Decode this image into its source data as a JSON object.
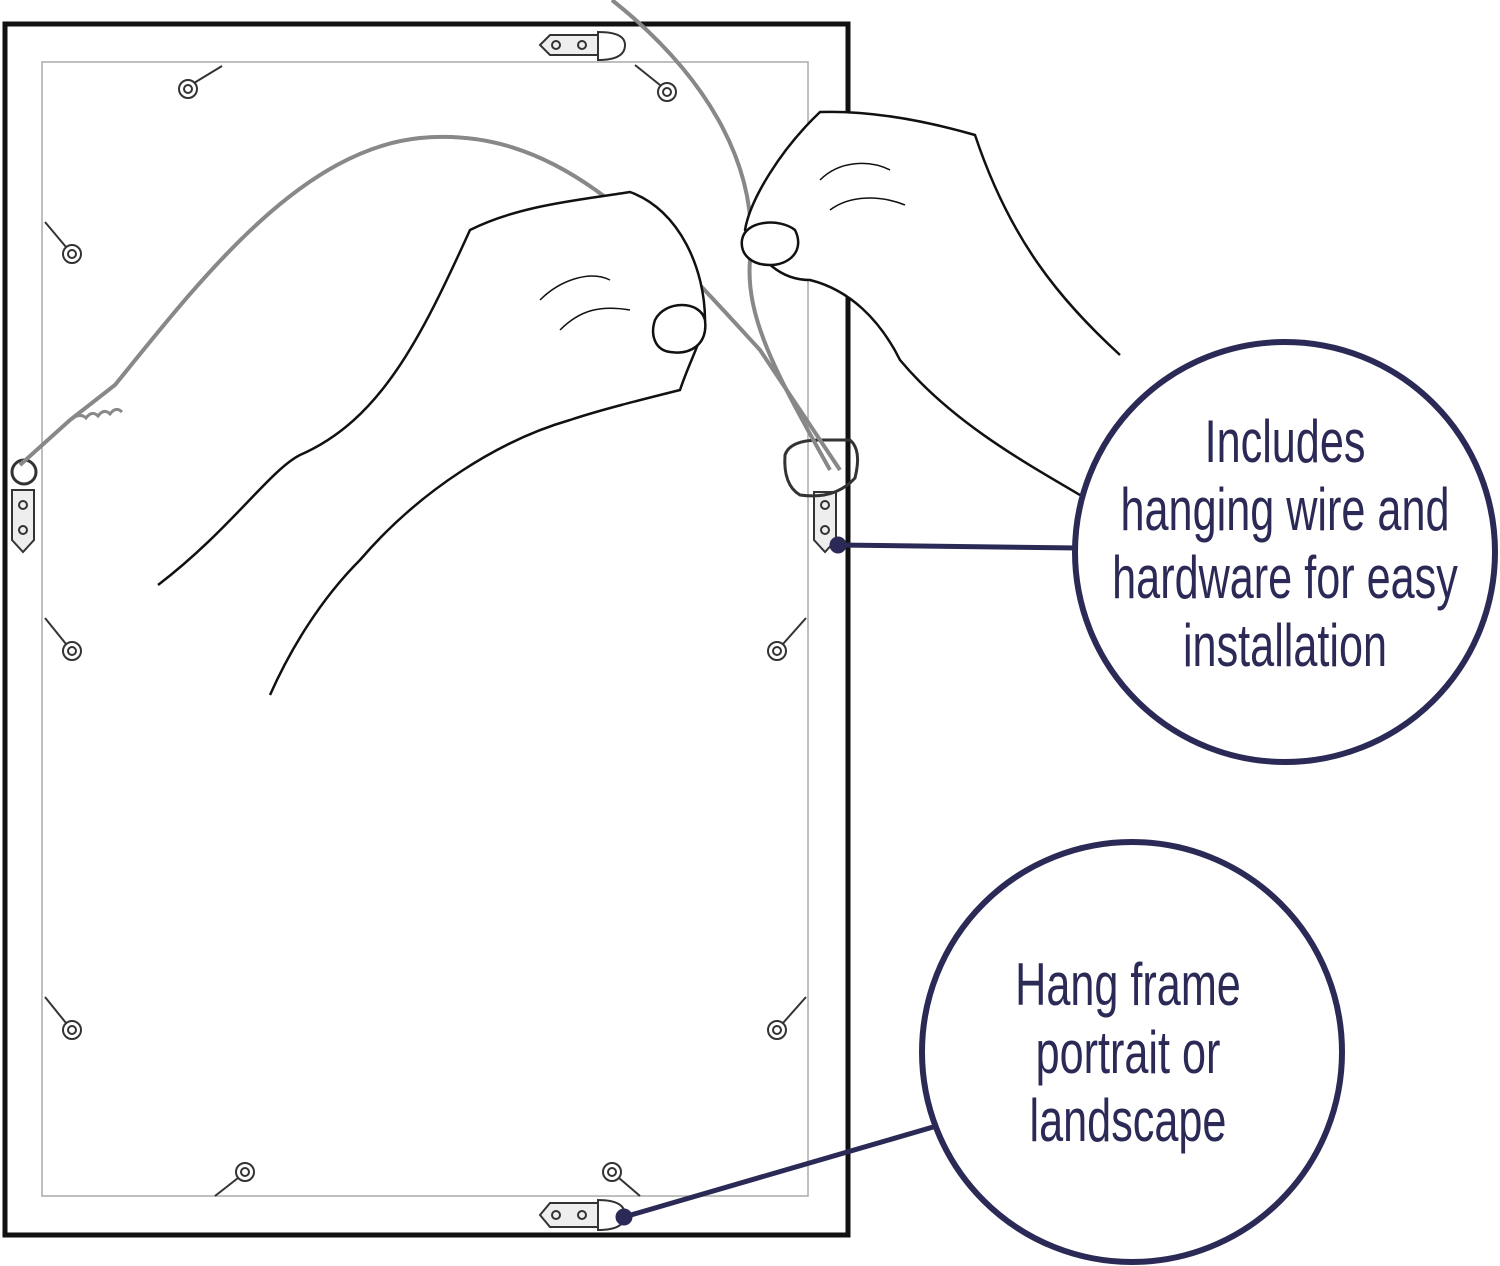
{
  "callouts": [
    {
      "lines": [
        "Includes",
        "hanging wire and",
        "hardware for easy",
        "installation"
      ]
    },
    {
      "lines": [
        "Hang frame",
        "portrait or",
        "landscape"
      ]
    }
  ],
  "colors": {
    "accent": "#2b2a56",
    "frame": "#111111",
    "inner_border": "#aaaaaa",
    "wire": "#888888"
  }
}
